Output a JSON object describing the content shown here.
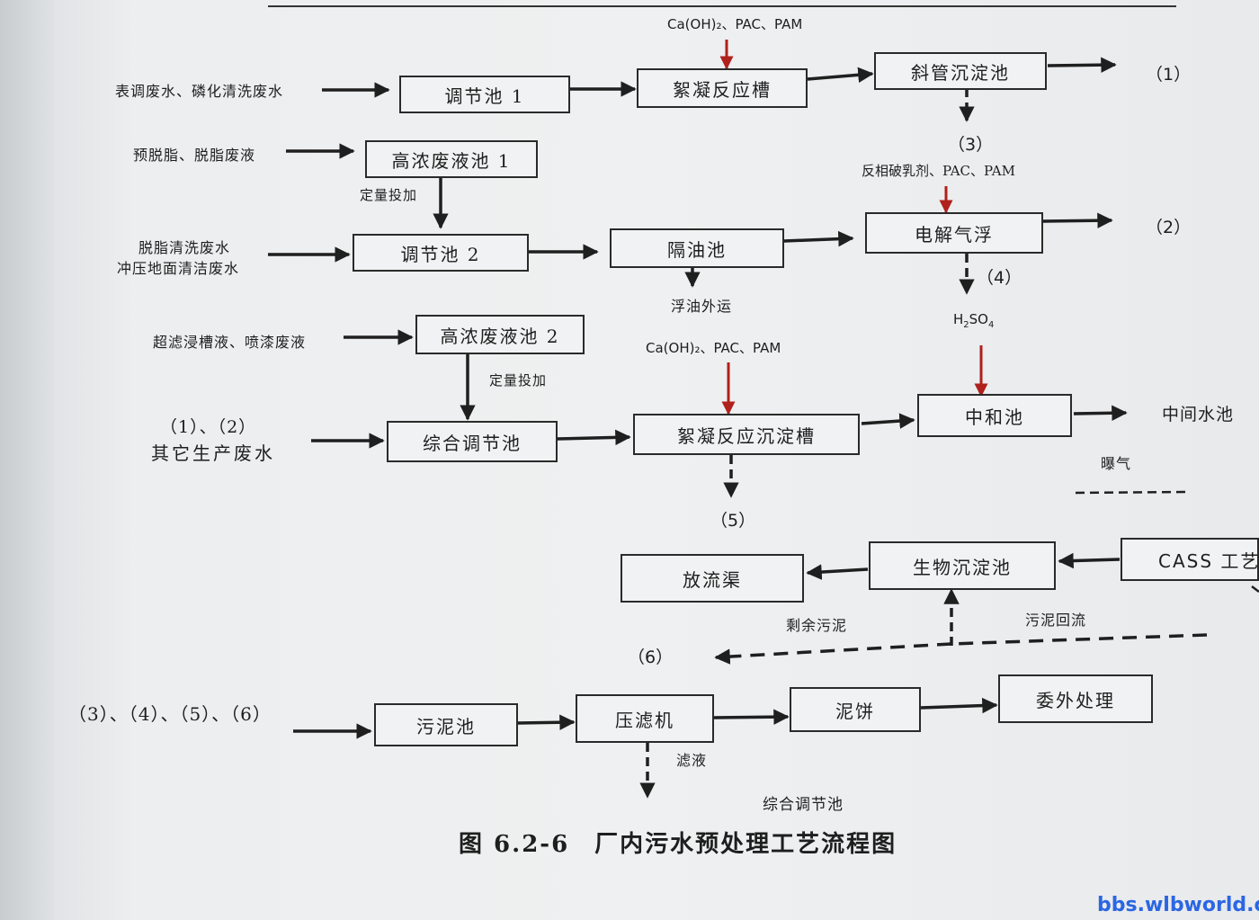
{
  "inputs": {
    "in1": "表调废水、磷化清洗废水",
    "in2": "预脱脂、脱脂废液",
    "in3_line1": "脱脂清洗废水",
    "in3_line2": "冲压地面清洁废水",
    "in4": "超滤浸槽液、喷漆废液",
    "in5_line1": "（1）、（2）",
    "in5_line2": "其它生产废水",
    "in6": "（3）、（4）、（5）、（6）"
  },
  "nodes": {
    "tiaojie1": "调节池 1",
    "xuning1": "絮凝反应槽",
    "xieguan": "斜管沉淀池",
    "gaonong1": "高浓废液池 1",
    "tiaojie2": "调节池 2",
    "geyou": "隔油池",
    "dianjie": "电解气浮",
    "gaonong2": "高浓废液池 2",
    "zonghe": "综合调节池",
    "xuning2": "絮凝反应沉淀槽",
    "zhonghe": "中和池",
    "fangliu": "放流渠",
    "shengwu": "生物沉淀池",
    "cass": "CASS 工艺",
    "wuni": "污泥池",
    "yalv": "压滤机",
    "nibing": "泥饼",
    "weiwai": "委外处理"
  },
  "reagents": {
    "r1": "Ca(OH)₂、PAC、PAM",
    "r2": "反相破乳剂、PAC、PAM",
    "r3_main": "H",
    "r3_sub1": "2",
    "r3_mid": "SO",
    "r3_sub2": "4",
    "r4": "Ca(OH)₂、PAC、PAM"
  },
  "labels": {
    "dingliang1": "定量投加",
    "dingliang2": "定量投加",
    "fuyou": "浮油外运",
    "zhongjian": "中间水池",
    "baoqi": "曝气",
    "shengyu": "剩余污泥",
    "huiliu": "污泥回流",
    "lvye": "滤液",
    "zonghe_dest": "综合调节池"
  },
  "outputs": {
    "o1": "（1）",
    "o2": "（2）",
    "o3": "（3）",
    "o4": "（4）",
    "o5": "（5）",
    "o6": "（6）"
  },
  "caption": "图 6.2-6　厂内污水预处理工艺流程图",
  "watermark": "bbs.wlbworld.com",
  "colors": {
    "line": "#1f1f1f",
    "reagent_arrow": "#b0201c",
    "watermark": "#2b66e3"
  }
}
